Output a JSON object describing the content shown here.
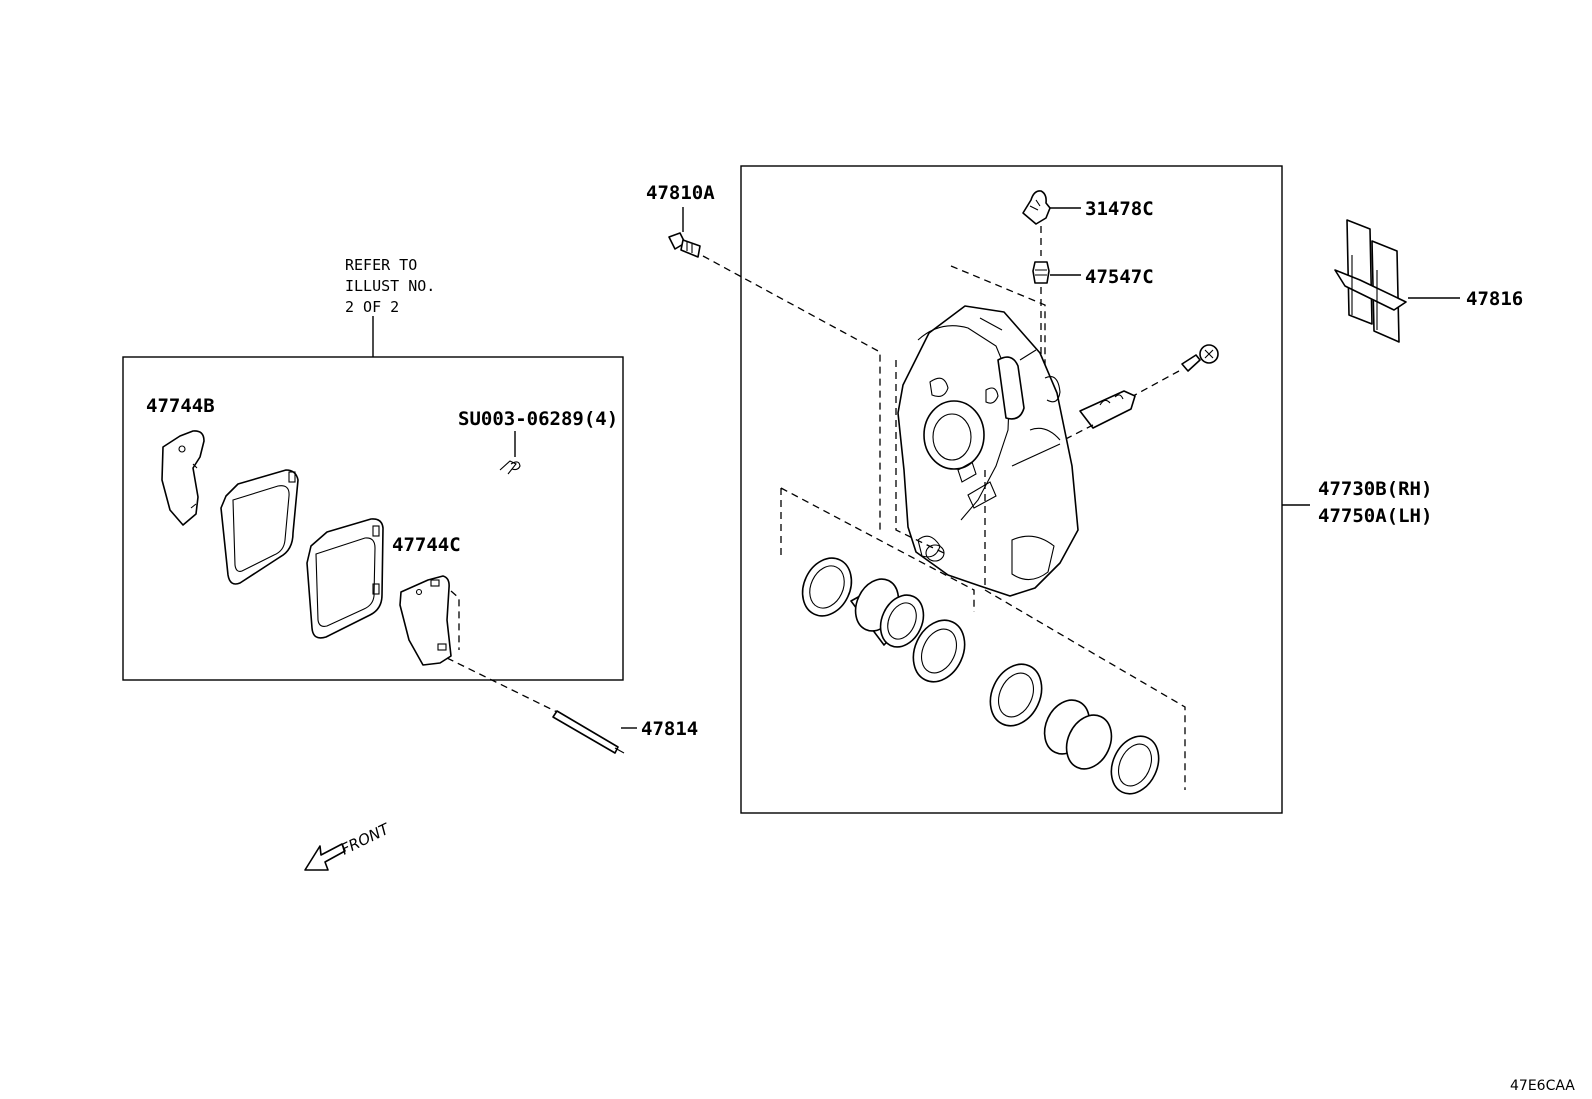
{
  "labels": {
    "p47810A": "47810A",
    "p31478C": "31478C",
    "p47547C": "47547C",
    "p47816": "47816",
    "p47730B": "47730B(RH)",
    "p47750A": "47750A(LH)",
    "p47744B": "47744B",
    "p47744C": "47744C",
    "pSU003": "SU003-06289(4)",
    "p47814": "47814"
  },
  "note": {
    "line1": "REFER TO",
    "line2": "ILLUST NO.",
    "line3": "2 OF 2"
  },
  "front_label": "FRONT",
  "diagram_code": "47E6CAA"
}
